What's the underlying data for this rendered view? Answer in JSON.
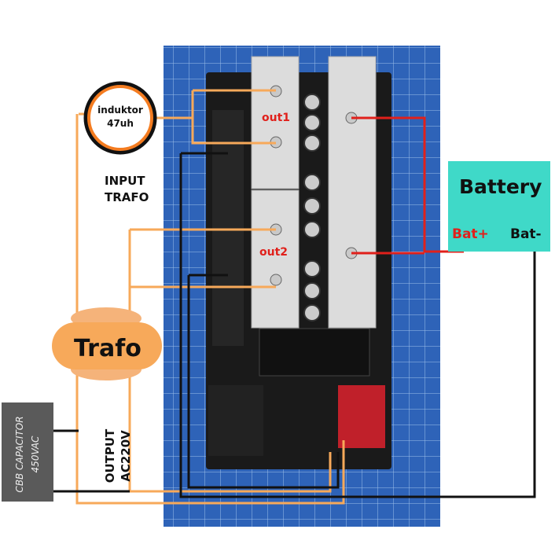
{
  "labels": {
    "inductor_line1": "induktor",
    "inductor_line2": "47uh",
    "input_trafo_line1": "INPUT",
    "input_trafo_line2": "TRAFO",
    "out1": "out1",
    "out2": "out2",
    "battery": "Battery",
    "bat_plus": "Bat+",
    "bat_minus": "Bat-",
    "trafo": "Trafo",
    "output_line1": "OUTPUT",
    "output_line2": "AC220V",
    "cbb_line1": "CBB CAPACITOR",
    "cbb_line2": "450VAC"
  },
  "colors": {
    "wire_orange": "#f7a95a",
    "wire_red": "#e0201b",
    "wire_black": "#111111",
    "battery_fill": "#3fd9c8",
    "trafo_fill": "#f7a95a",
    "capacitor_fill": "#5a5a5a",
    "mat_blue": "#2e63b8"
  }
}
